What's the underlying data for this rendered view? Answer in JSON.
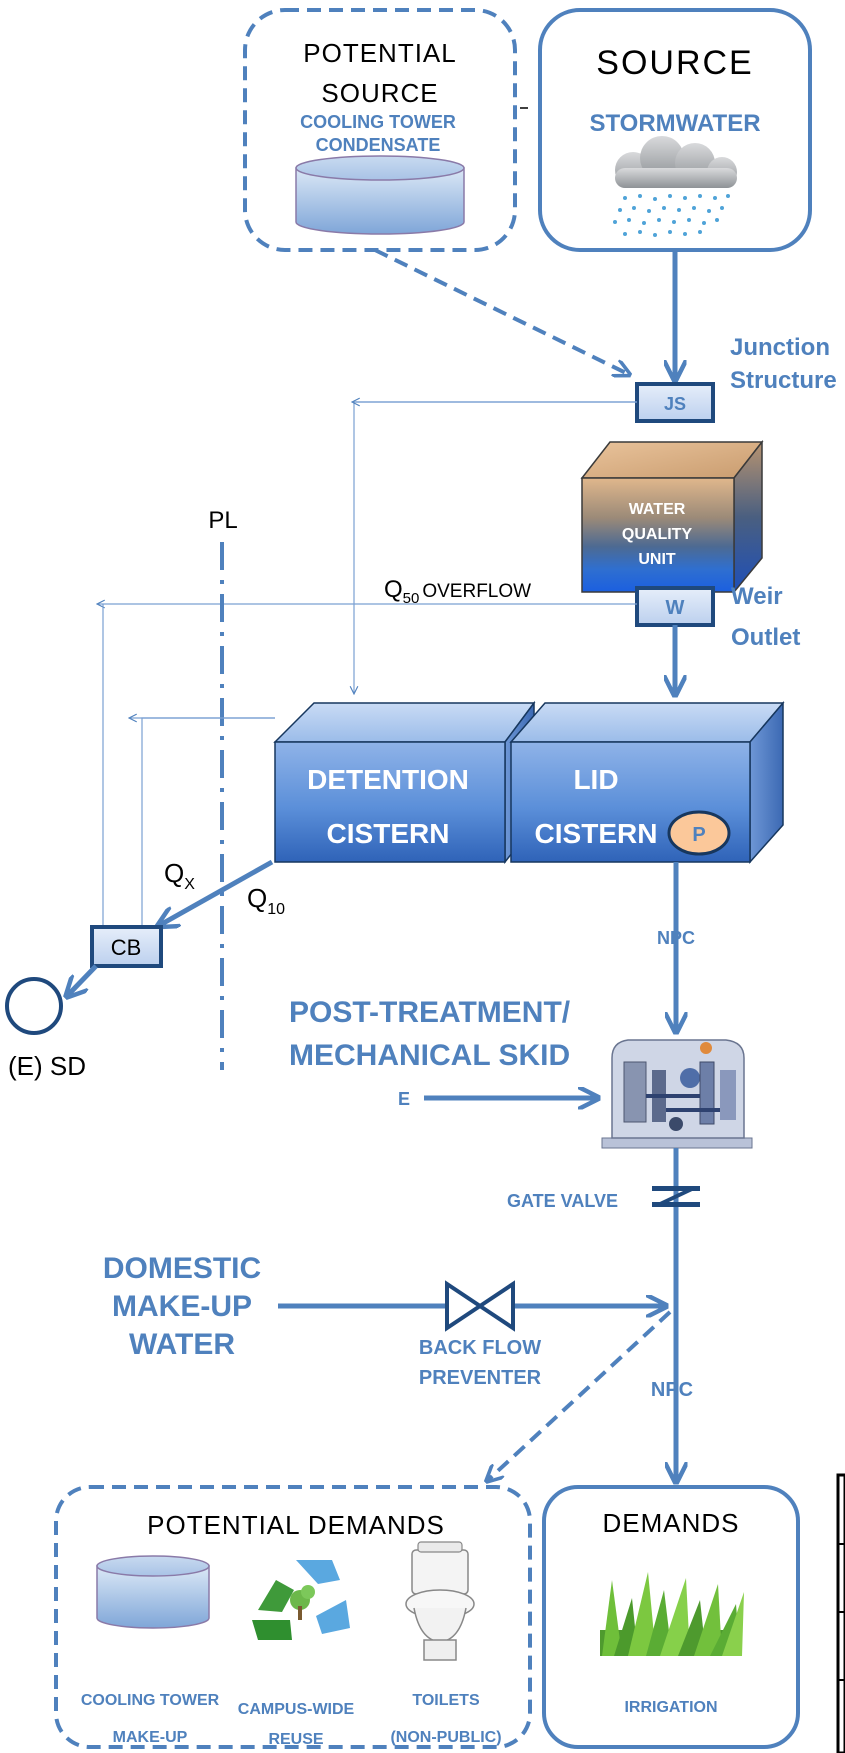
{
  "potential_source": {
    "title_line1": "POTENTIAL",
    "title_line2": "SOURCE",
    "item_line1": "COOLING TOWER",
    "item_line2": "CONDENSATE"
  },
  "source": {
    "title": "SOURCE",
    "item": "STORMWATER"
  },
  "junction": {
    "code": "JS",
    "label_line1": "Junction",
    "label_line2": "Structure"
  },
  "wqu": {
    "line1": "WATER",
    "line2": "QUALITY",
    "line3": "UNIT"
  },
  "weir": {
    "code": "W",
    "label_line1": "Weir",
    "label_line2": "Outlet"
  },
  "overflow": {
    "q": "Q",
    "sub": "50",
    "text": "OVERFLOW"
  },
  "pl": "PL",
  "detention": {
    "line1": "DETENTION",
    "line2": "CISTERN"
  },
  "lid": {
    "line1": "LID",
    "line2": "CISTERN",
    "pump": "P"
  },
  "qx": {
    "q": "Q",
    "sub": "X"
  },
  "q10": {
    "q": "Q",
    "sub": "10"
  },
  "cb": "CB",
  "sd": "(E) SD",
  "npc_upper": "NPC",
  "npc_lower": "NPC",
  "post_treatment": {
    "line1": "POST-TREATMENT/",
    "line2": "MECHANICAL SKID",
    "line3": "E"
  },
  "gate_valve": "GATE VALVE",
  "domestic": {
    "line1": "DOMESTIC",
    "line2": "MAKE-UP",
    "line3": "WATER"
  },
  "backflow": {
    "line1": "BACK FLOW",
    "line2": "PREVENTER"
  },
  "potential_demands": {
    "title": "POTENTIAL DEMANDS",
    "cooling_line1": "COOLING TOWER",
    "cooling_line2": "MAKE-UP",
    "campus_line1": "CAMPUS-WIDE",
    "campus_line2": "REUSE",
    "toilets_line1": "TOILETS",
    "toilets_line2": "(NON-PUBLIC)"
  },
  "demands": {
    "title": "DEMANDS",
    "item": "IRRIGATION"
  },
  "colors": {
    "accent": "#4f81bd",
    "dark_outline": "#17375e",
    "pump_fill": "#fbc89a"
  }
}
